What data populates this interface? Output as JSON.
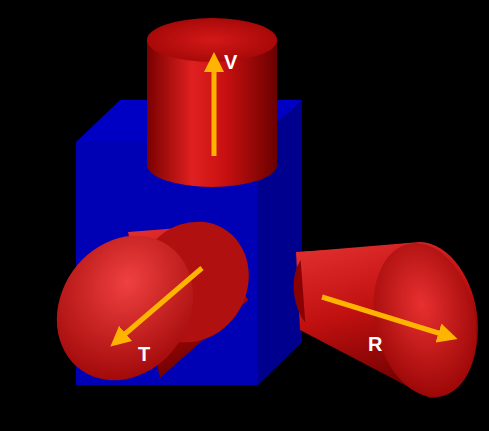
{
  "diagram": {
    "labels": [
      "V",
      "T",
      "R"
    ]
  }
}
